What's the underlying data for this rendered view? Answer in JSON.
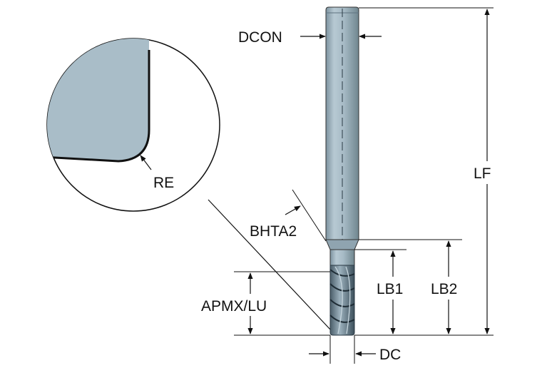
{
  "labels": {
    "dcon": "DCON",
    "re": "RE",
    "bhta2": "BHTA2",
    "apmx_lu": "APMX/LU",
    "lb1": "LB1",
    "lb2": "LB2",
    "lf": "LF",
    "dc": "DC"
  },
  "colors": {
    "tool_body": "#a9bdc8",
    "tool_dark": "#3e5260",
    "line": "#111111",
    "background": "#ffffff"
  }
}
